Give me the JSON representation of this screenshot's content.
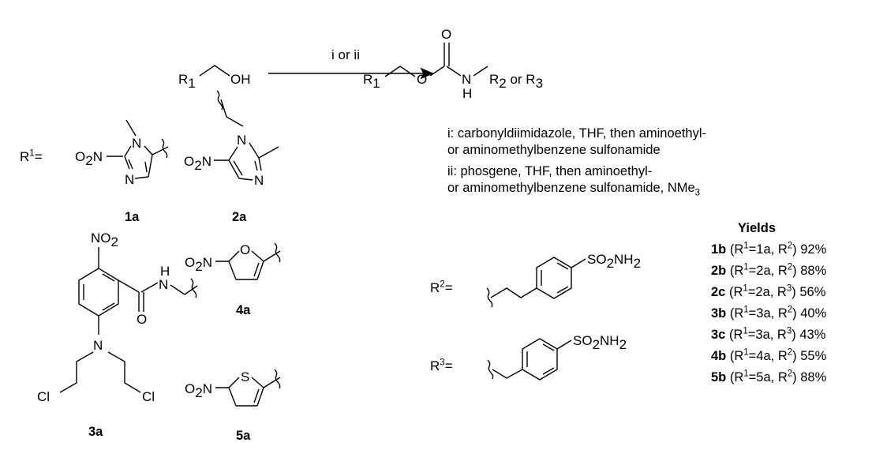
{
  "reaction": {
    "reagents": "i or ii",
    "reactant_r": "R",
    "reactant_sub": "1",
    "reactant_oh": "OH",
    "product_r": "R",
    "product_sub": "1",
    "product_o": "O",
    "product_carbonyl_o": "O",
    "product_n": "N",
    "product_h": "H",
    "product_r2": "R",
    "product_r2_sub": "2",
    "product_or": " or R",
    "product_r3_sub": "3"
  },
  "conditions": {
    "i_line1": "i: carbonyldiimidazole, THF, then aminoethyl-",
    "i_line2": "or aminomethylbenzene sulfonamide",
    "ii_line1": "ii: phosgene, THF, then aminoethyl-",
    "ii_line2": " or aminomethylbenzene sulfonamide, NMe",
    "ii_line2_sub": "3"
  },
  "r1_label": {
    "r": "R",
    "sup": "1",
    "eq": "="
  },
  "compounds": {
    "1a": "1a",
    "2a": "2a",
    "3a": "3a",
    "4a": "4a",
    "5a": "5a"
  },
  "atoms": {
    "o2n": "O",
    "two": "2",
    "n_end": "N",
    "n": "N",
    "nh_h": "H",
    "no2_n": "NO",
    "o": "O",
    "s": "S",
    "cl": "Cl",
    "so2nh2_so": "SO",
    "so2nh2_nh": "NH"
  },
  "r2_label": {
    "r": "R",
    "sup": "2",
    "eq": "="
  },
  "r3_label": {
    "r": "R",
    "sup": "3",
    "eq": "="
  },
  "yields": {
    "title": "Yields",
    "rows": [
      {
        "cpd": "1b",
        "r1": "1a",
        "rgrp": "2",
        "pct": "92%"
      },
      {
        "cpd": "2b",
        "r1": "2a",
        "rgrp": "2",
        "pct": "88%"
      },
      {
        "cpd": "2c",
        "r1": "2a",
        "rgrp": "3",
        "pct": "56%"
      },
      {
        "cpd": "3b",
        "r1": "3a",
        "rgrp": "2",
        "pct": "40%"
      },
      {
        "cpd": "3c",
        "r1": "3a",
        "rgrp": "3",
        "pct": "43%"
      },
      {
        "cpd": "4b",
        "r1": "4a",
        "rgrp": "2",
        "pct": "55%"
      },
      {
        "cpd": "5b",
        "r1": "5a",
        "rgrp": "2",
        "pct": "88%"
      }
    ]
  }
}
